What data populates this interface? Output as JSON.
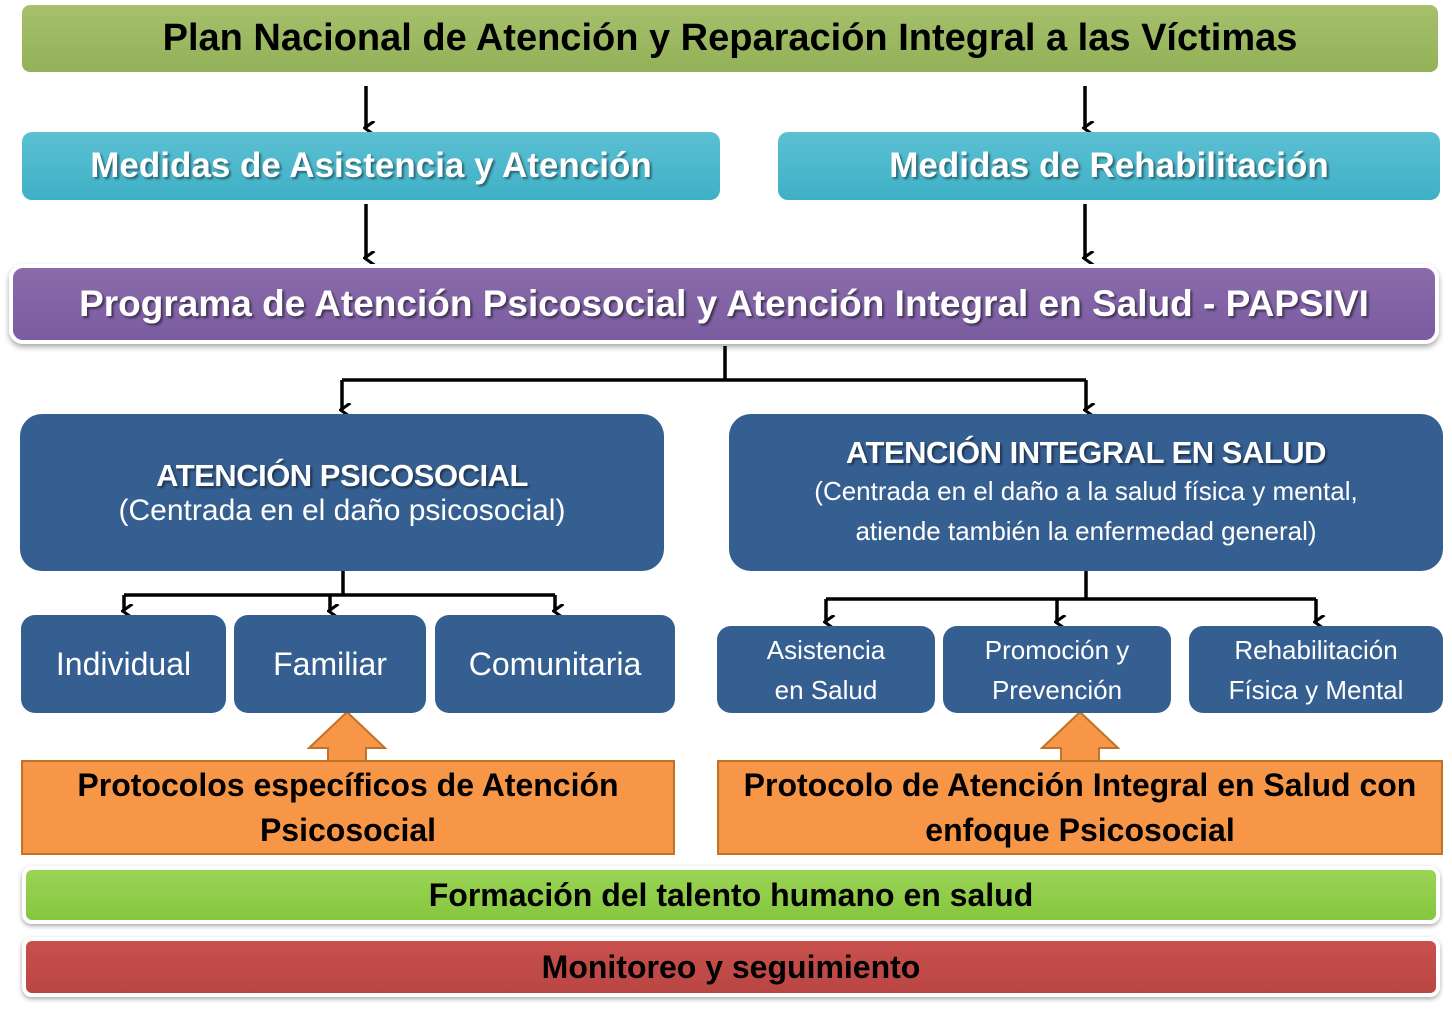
{
  "plan": {
    "title": "Plan Nacional de Atención y Reparación Integral a las Víctimas"
  },
  "measures": {
    "assistance": "Medidas de Asistencia y Atención",
    "rehabilitation": "Medidas de Rehabilitación"
  },
  "program": {
    "title": "Programa de Atención Psicosocial y Atención Integral en Salud - PAPSIVI"
  },
  "psychosocial": {
    "heading": "ATENCIÓN PSICOSOCIAL",
    "subtitle": "(Centrada  en el daño psicosocial)",
    "children": [
      "Individual",
      "Familiar",
      "Comunitaria"
    ]
  },
  "integral_health": {
    "heading": "ATENCIÓN INTEGRAL EN SALUD",
    "subtitle_line1": "(Centrada  en el daño a la salud física y mental,",
    "subtitle_line2": "atiende también la enfermedad  general)",
    "children": [
      {
        "line1": "Asistencia",
        "line2": "en Salud"
      },
      {
        "line1": "Promoción y",
        "line2": "Prevención"
      },
      {
        "line1": "Rehabilitación",
        "line2": "Física y Mental"
      }
    ]
  },
  "protocols": {
    "psychosocial_line1": "Protocolos específicos de Atención",
    "psychosocial_line2": "Psicosocial",
    "integral_line1": "Protocolo de Atención Integral en Salud con",
    "integral_line2": "enfoque Psicosocial"
  },
  "training": "Formación del talento humano en salud",
  "monitoring": "Monitoreo y seguimiento",
  "colors": {
    "plan": "#9bbb59",
    "measures": "#4bacc6",
    "program": "#8064a2",
    "navy": "#365f91",
    "protocol": "#f79646",
    "training": "#92d050",
    "monitoring": "#c0504d"
  }
}
